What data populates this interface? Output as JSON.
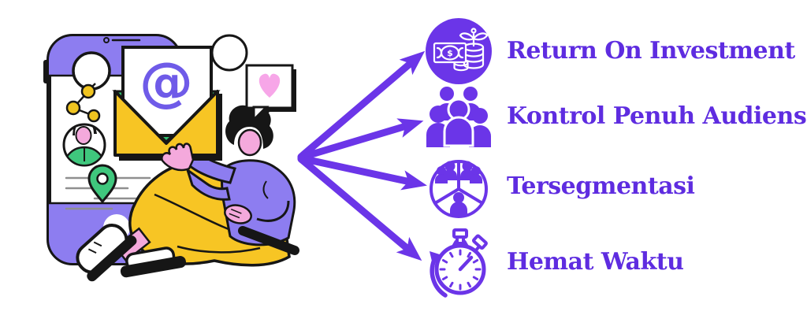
{
  "benefits": [
    {
      "label": "Return On Investment",
      "icon": "money-growth-icon"
    },
    {
      "label": "Kontrol Penuh Audiens",
      "icon": "audience-group-icon"
    },
    {
      "label": "Tersegmentasi",
      "icon": "segmented-audience-icon"
    },
    {
      "label": "Hemat Waktu",
      "icon": "stopwatch-icon"
    }
  ],
  "illustration": {
    "at_symbol": "@"
  },
  "colors": {
    "accent_purple": "#6B35E8",
    "text_purple": "#5E2CE0",
    "light_purple": "#8D7DF0",
    "yellow": "#F7C524",
    "pink_skin": "#F4A9DC",
    "heart_pink": "#F7A6E8",
    "green": "#3FC77D",
    "dot_yellow": "#F0C420",
    "outline_black": "#161616",
    "background": "#FFFFFF"
  }
}
